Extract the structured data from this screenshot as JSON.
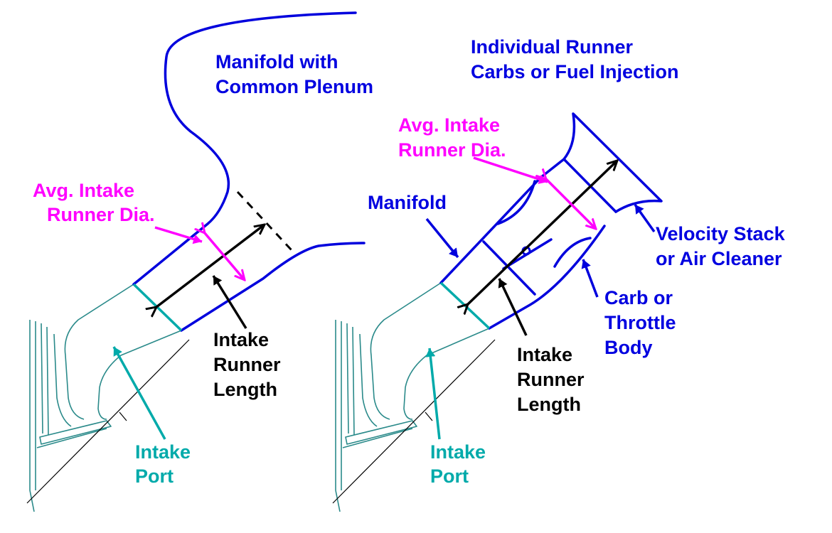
{
  "left_panel": {
    "title_line1": "Manifold with",
    "title_line2": "Common Plenum",
    "dia_label_line1": "Avg. Intake",
    "dia_label_line2": "Runner Dia.",
    "length_label_line1": "Intake",
    "length_label_line2": "Runner",
    "length_label_line3": "Length",
    "port_label_line1": "Intake",
    "port_label_line2": "Port"
  },
  "right_panel": {
    "title_line1": "Individual Runner",
    "title_line2": "Carbs or Fuel Injection",
    "dia_label_line1": "Avg. Intake",
    "dia_label_line2": "Runner Dia.",
    "manifold_label": "Manifold",
    "stack_label_line1": "Velocity Stack",
    "stack_label_line2": "or Air Cleaner",
    "carb_label_line1": "Carb or",
    "carb_label_line2": "Throttle",
    "carb_label_line3": "Body",
    "length_label_line1": "Intake",
    "length_label_line2": "Runner",
    "length_label_line3": "Length",
    "port_label_line1": "Intake",
    "port_label_line2": "Port"
  },
  "colors": {
    "manifold": "#0000dd",
    "diameter": "#ff00ff",
    "length": "#000000",
    "port": "#00aaaa"
  }
}
